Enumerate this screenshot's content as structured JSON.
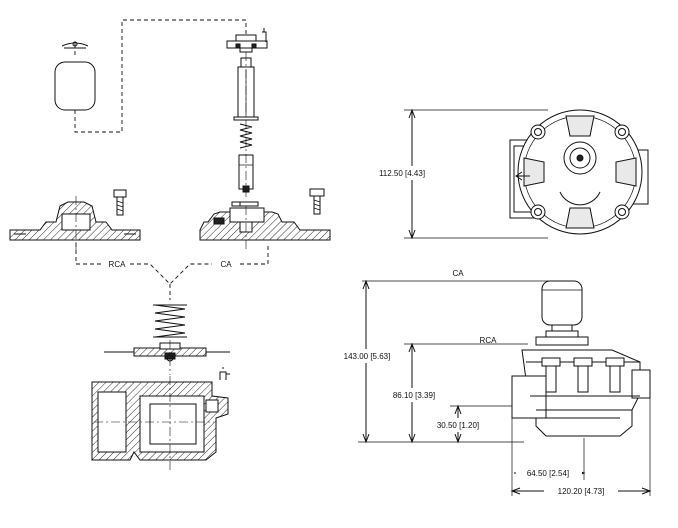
{
  "labels": {
    "rca_left": "RCA",
    "ca_left": "CA",
    "ca_side": "CA",
    "rca_side": "RCA",
    "dim_height_top": "112.50 [4.43]",
    "dim_height_total": "143.00 [5.63]",
    "dim_height_rca": "86.10 [3.39]",
    "dim_height_port": "30.50 [1.20]",
    "dim_width_port": "64.50 [2.54]",
    "dim_width_total": "120.20 [4.73]"
  },
  "colors": {
    "line": "#111111",
    "background": "#ffffff"
  }
}
